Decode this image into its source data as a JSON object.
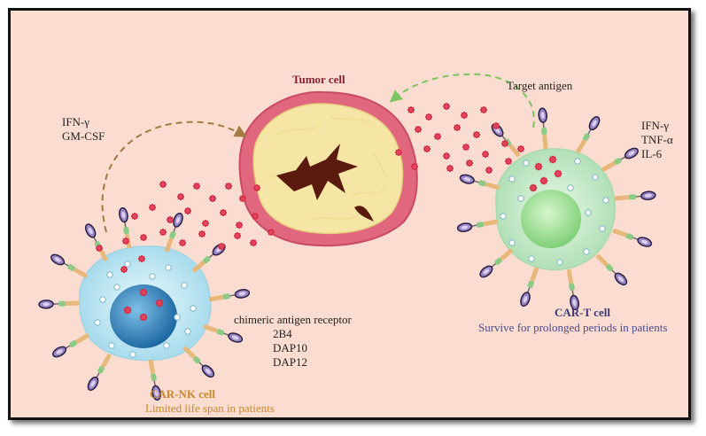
{
  "tumor": {
    "title": "Tumor cell"
  },
  "target_antigen": {
    "label": "Target antigen"
  },
  "car_nk": {
    "cytokines": [
      "IFN-γ",
      "GM-CSF"
    ],
    "receptor": {
      "title": "chimeric antigen receptor",
      "domains": [
        "2B4",
        "DAP10",
        "DAP12"
      ]
    },
    "title": "CAR-NK cell",
    "subtitle": "Limited life span in patients"
  },
  "car_t": {
    "cytokines": [
      "IFN-γ",
      "TNF-α",
      "IL-6"
    ],
    "title": "CAR-T cell",
    "subtitle": "Survive for prolonged periods in patients"
  },
  "colors": {
    "background": "#fbdcd0",
    "tumor_fill": "#f6e6a6",
    "tumor_rim": "#d9506a",
    "nk_cell": "#bfe6f2",
    "nk_nucleus": "#3a8cc4",
    "t_cell": "#c6ebcb",
    "t_nucleus": "#93dc8e",
    "granule": "#d8304a",
    "nk_arrow": "#a37a40",
    "t_arrow": "#7fc462",
    "nk_text": "#c8892a",
    "t_text": "#3a3a7a"
  }
}
